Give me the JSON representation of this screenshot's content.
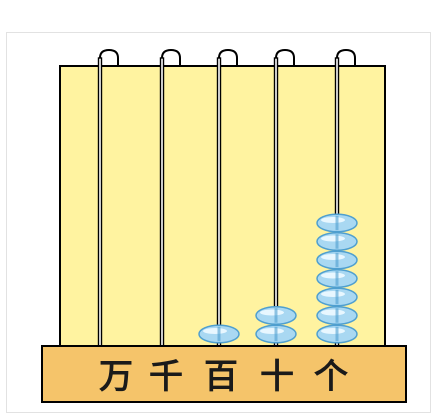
{
  "abacus": {
    "columns": [
      {
        "label": "万",
        "beads": 0
      },
      {
        "label": "千",
        "beads": 0
      },
      {
        "label": "百",
        "beads": 1
      },
      {
        "label": "十",
        "beads": 2
      },
      {
        "label": "个",
        "beads": 7
      }
    ],
    "colors": {
      "board": "#fff3a0",
      "base": "#f5c46a",
      "outline": "#000000",
      "bead_fill": "#a9d8f2",
      "bead_highlight": "#e8f7ff",
      "bead_shadow": "#4f9fcf"
    }
  }
}
